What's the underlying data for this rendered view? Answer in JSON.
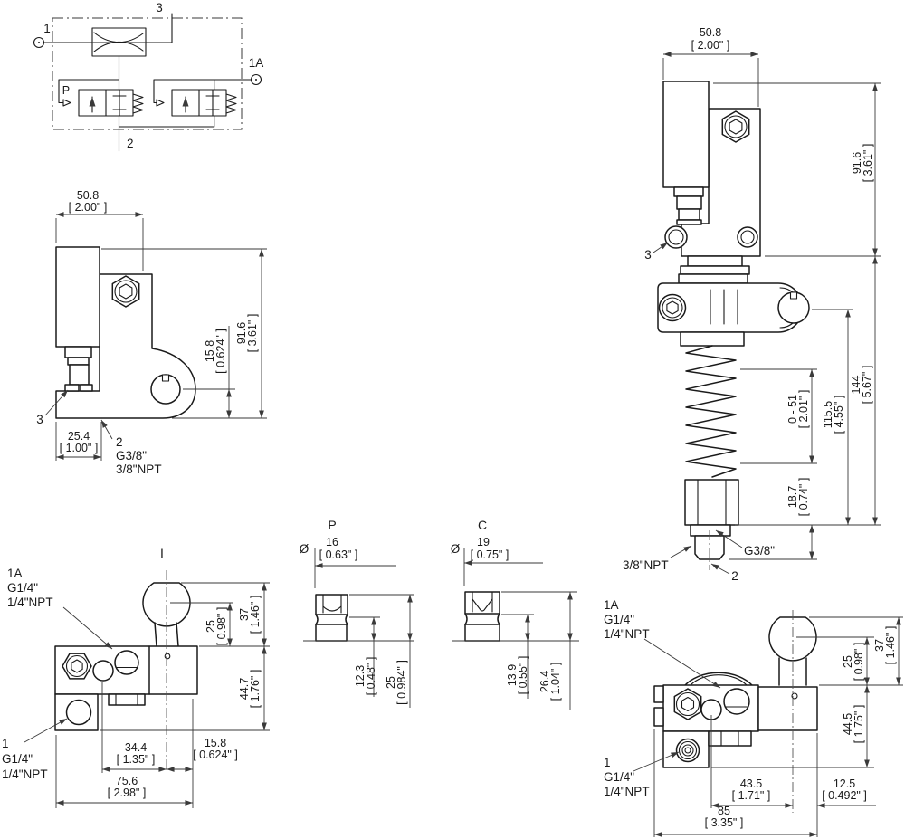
{
  "colors": {
    "ink": "#1a1a1a",
    "dim": "#3a3a3a",
    "bg": "#ffffff"
  },
  "schematic": {
    "ref_1": "1",
    "ref_3": "3",
    "ref_1a": "1A",
    "ref_2": "2",
    "pilot": "P-"
  },
  "view_side": {
    "dim_width_mm": "50.8",
    "dim_width_in": "[ 2.00\" ]",
    "dim_height_mm": "91.6",
    "dim_height_in": "[ 3.61\" ]",
    "dim_socket_mm": "15.8",
    "dim_socket_in": "[ 0.624\" ]",
    "dim_base_mm": "25.4",
    "dim_base_in": "[ 1.00\" ]",
    "ref_3": "3",
    "ref_2": "2",
    "thread_g": "G3/8\"",
    "thread_npt": "3/8\"NPT"
  },
  "view_front": {
    "dim_width_mm": "50.8",
    "dim_width_in": "[ 2.00\" ]",
    "dim_height_mm": "91.6",
    "dim_height_in": "[ 3.61\" ]",
    "dim_stroke_mm": "0 - 51",
    "dim_stroke_in": "[ 2.01\" ]",
    "dim_spring_mm": "115.5",
    "dim_spring_in": "[ 4.55\" ]",
    "dim_total_mm": "144",
    "dim_total_in": "[ 5.67\" ]",
    "dim_stud_mm": "18.7",
    "dim_stud_in": "[ 0.74\" ]",
    "ref_3": "3",
    "ref_2": "2",
    "thread_g": "G3/8\"",
    "thread_npt": "3/8\"NPT"
  },
  "view_top_a": {
    "view_label": "I",
    "ref_1a": "1A",
    "ref_1a_g": "G1/4\"",
    "ref_1a_npt": "1/4\"NPT",
    "ref_1": "1",
    "ref_1_g": "G1/4\"",
    "ref_1_npt": "1/4\"NPT",
    "dim_ball_mm": "25",
    "dim_ball_in": "[ 0.98\" ]",
    "dim_knob_mm": "37",
    "dim_knob_in": "[ 1.46\" ]",
    "dim_body_mm": "44.7",
    "dim_body_in": "[ 1.76\" ]",
    "dim_offset_mm": "34.4",
    "dim_offset_in": "[ 1.35\" ]",
    "dim_edge_mm": "15.8",
    "dim_edge_in": "[ 0.624\" ]",
    "dim_width_mm": "75.6",
    "dim_width_in": "[ 2.98\" ]"
  },
  "plug_p": {
    "view_label": "P",
    "dia_symbol": "Ø",
    "dia_mm": "16",
    "dia_in": "[ 0.63\" ]",
    "dim_neck_mm": "12.3",
    "dim_neck_in": "[ 0.48\" ]",
    "dim_height_mm": "25",
    "dim_height_in": "[ 0.984\" ]"
  },
  "plug_c": {
    "view_label": "C",
    "dia_symbol": "Ø",
    "dia_mm": "19",
    "dia_in": "[ 0.75\" ]",
    "dim_neck_mm": "13.9",
    "dim_neck_in": "[ 0.55\" ]",
    "dim_height_mm": "26.4",
    "dim_height_in": "[ 1.04\" ]"
  },
  "view_top_b": {
    "ref_1a": "1A",
    "ref_1a_g": "G1/4\"",
    "ref_1a_npt": "1/4\"NPT",
    "ref_1": "1",
    "ref_1_g": "G1/4\"",
    "ref_1_npt": "1/4\"NPT",
    "dim_ball_mm": "25",
    "dim_ball_in": "[ 0.98\" ]",
    "dim_knob_mm": "37",
    "dim_knob_in": "[ 1.46\" ]",
    "dim_body_mm": "44.5",
    "dim_body_in": "[ 1.75\" ]",
    "dim_offset_mm": "43.5",
    "dim_offset_in": "[ 1.71\" ]",
    "dim_edge_mm": "12.5",
    "dim_edge_in": "[ 0.492\" ]",
    "dim_width_mm": "85",
    "dim_width_in": "[ 3.35\" ]"
  }
}
